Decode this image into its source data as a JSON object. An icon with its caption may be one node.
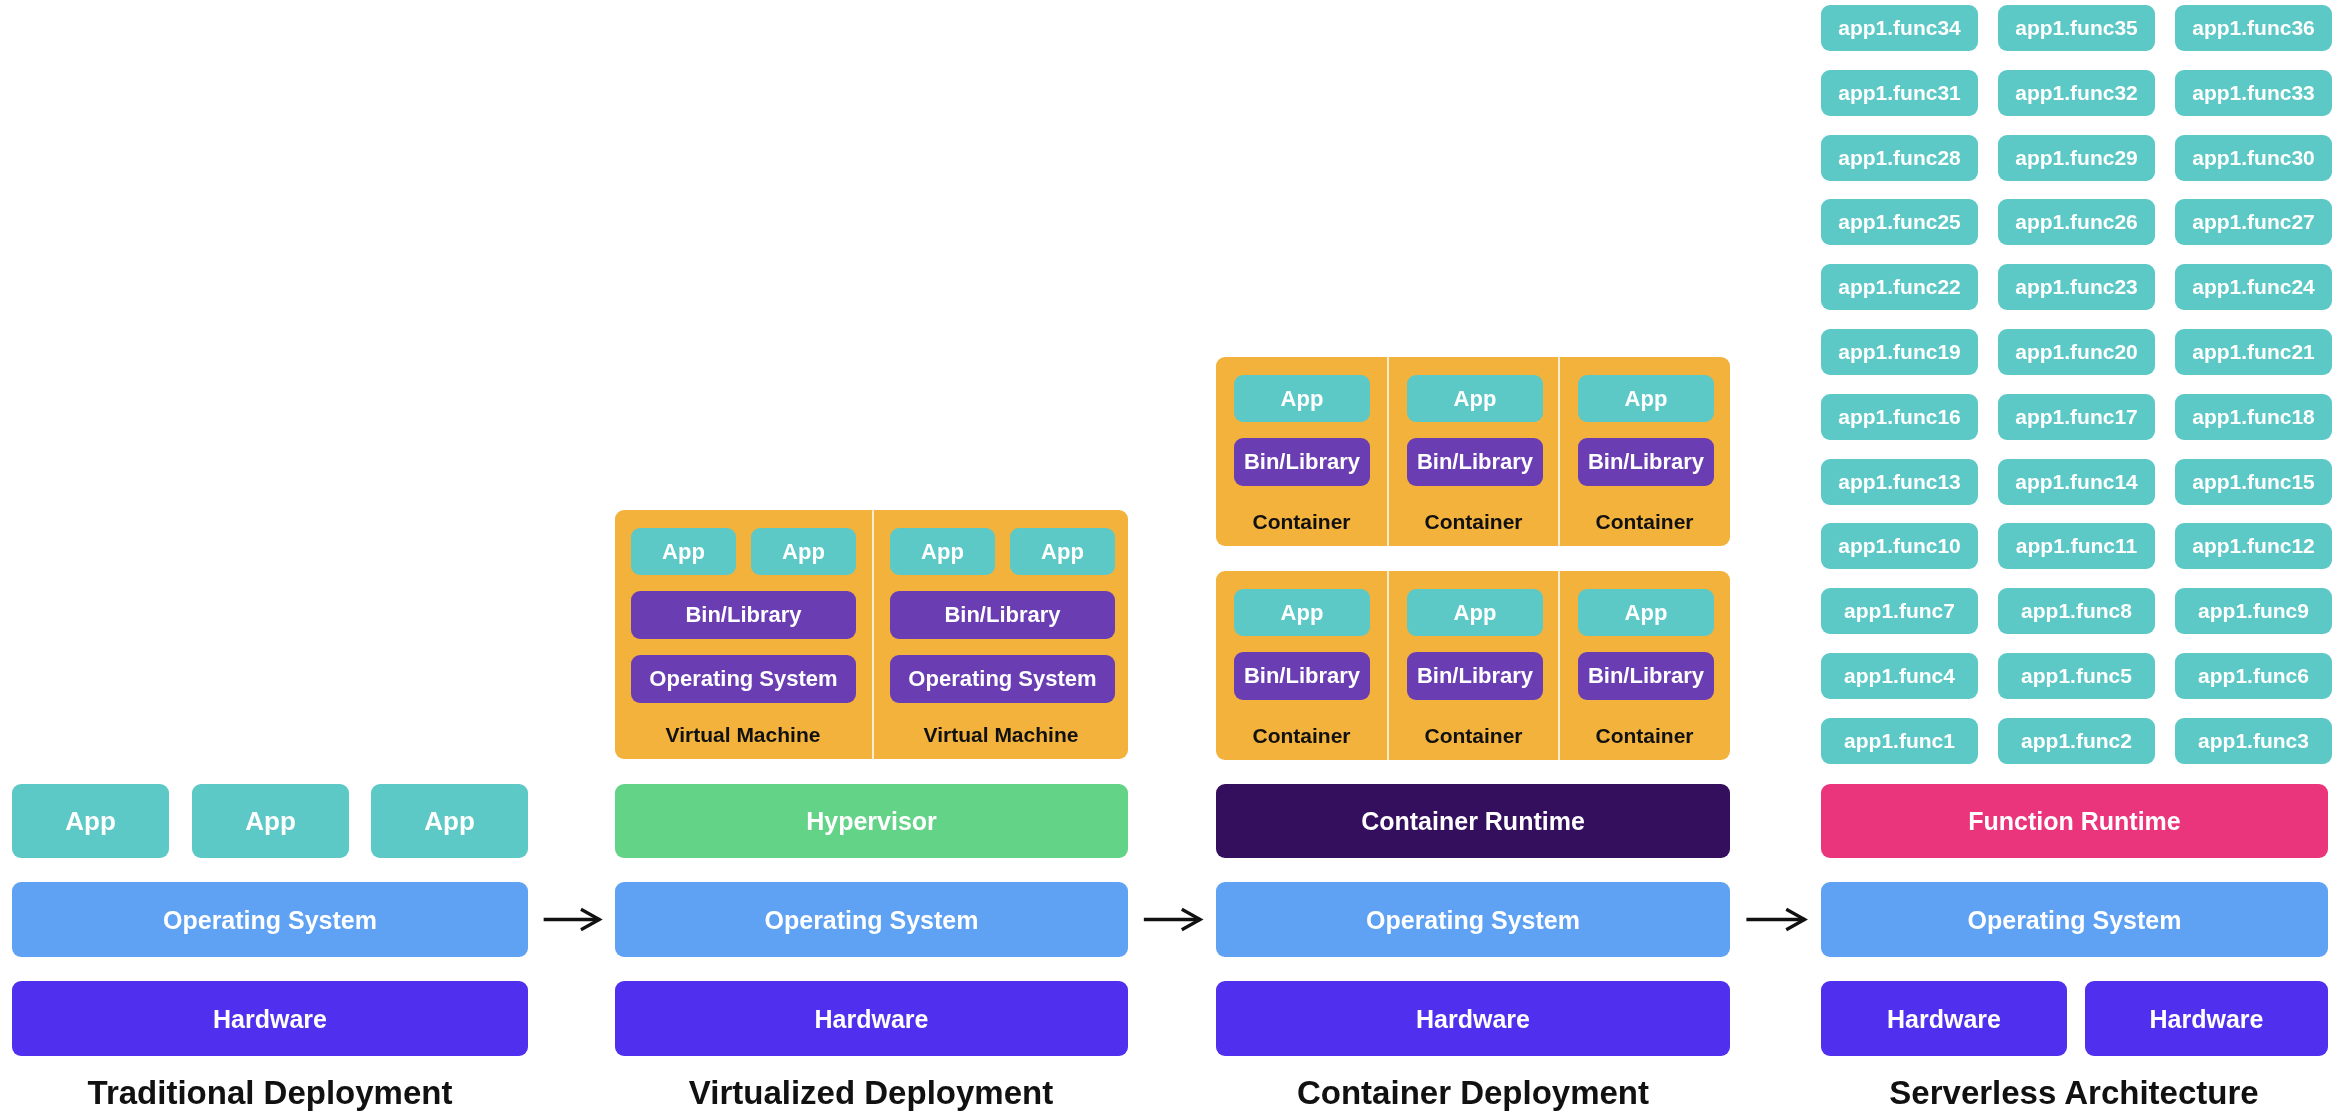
{
  "diagram": {
    "nodes": [
      {
        "text": [
          "App"
        ]
      },
      {
        "text": [
          "App"
        ]
      },
      {
        "text": [
          "App"
        ]
      },
      {
        "text": [
          "Operating System"
        ]
      },
      {
        "text": [
          "Hardware"
        ]
      },
      {
        "text": [],
        "shape": "box"
      },
      {
        "text": [
          "Virtual Machine"
        ],
        "in": 5
      },
      {
        "text": [
          "App"
        ],
        "in": 6
      },
      {
        "text": [
          "App"
        ],
        "in": 6
      },
      {
        "text": [
          "Bin/Library"
        ],
        "in": 6
      },
      {
        "text": [
          "Operating System"
        ],
        "in": 6
      },
      {
        "text": [
          "Virtual Machine"
        ],
        "in": 5
      },
      {
        "text": [
          "App"
        ],
        "in": 11
      },
      {
        "text": [
          "App"
        ],
        "in": 11
      },
      {
        "text": [
          "Bin/Library"
        ],
        "in": 11
      },
      {
        "text": [
          "Operating System"
        ],
        "in": 11
      },
      {
        "text": [
          "Hypervisor"
        ]
      },
      {
        "text": [
          "Operating System"
        ]
      },
      {
        "text": [
          "Hardware"
        ]
      },
      {
        "text": [],
        "shape": "box"
      },
      {
        "text": [
          "Container"
        ],
        "in": 19
      },
      {
        "text": [
          "App"
        ],
        "in": 20
      },
      {
        "text": [
          "Bin/Library"
        ],
        "in": 20
      },
      {
        "text": [
          "Container"
        ],
        "in": 19
      },
      {
        "text": [
          "App"
        ],
        "in": 23
      },
      {
        "text": [
          "Bin/Library"
        ],
        "in": 23
      },
      {
        "text": [
          "Container"
        ],
        "in": 19
      },
      {
        "text": [
          "App"
        ],
        "in": 26
      },
      {
        "text": [
          "Bin/Library"
        ],
        "in": 26
      },
      {
        "text": [],
        "shape": "box"
      },
      {
        "text": [
          "Container"
        ],
        "in": 29
      },
      {
        "text": [
          "App"
        ],
        "in": 30
      },
      {
        "text": [
          "Bin/Library"
        ],
        "in": 30
      },
      {
        "text": [
          "Container"
        ],
        "in": 29
      },
      {
        "text": [
          "App"
        ],
        "in": 33
      },
      {
        "text": [
          "Bin/Library"
        ],
        "in": 33
      },
      {
        "text": [
          "Container"
        ],
        "in": 29
      },
      {
        "text": [
          "App"
        ],
        "in": 36
      },
      {
        "text": [
          "Bin/Library"
        ],
        "in": 36
      },
      {
        "text": [
          "Container Runtime"
        ]
      },
      {
        "text": [
          "Operating System"
        ]
      },
      {
        "text": [
          "Hardware"
        ]
      },
      {
        "text": [
          "app1.func34"
        ]
      },
      {
        "text": [
          "app1.func35"
        ]
      },
      {
        "text": [
          "app1.func36"
        ]
      },
      {
        "text": [
          "app1.func31"
        ]
      },
      {
        "text": [
          "app1.func32"
        ]
      },
      {
        "text": [
          "app1.func33"
        ]
      },
      {
        "text": [
          "app1.func28"
        ]
      },
      {
        "text": [
          "app1.func29"
        ]
      },
      {
        "text": [
          "app1.func30"
        ]
      },
      {
        "text": [
          "app1.func25"
        ]
      },
      {
        "text": [
          "app1.func26"
        ]
      },
      {
        "text": [
          "app1.func27"
        ]
      },
      {
        "text": [
          "app1.func22"
        ]
      },
      {
        "text": [
          "app1.func23"
        ]
      },
      {
        "text": [
          "app1.func24"
        ]
      },
      {
        "text": [
          "app1.func19"
        ]
      },
      {
        "text": [
          "app1.func20"
        ]
      },
      {
        "text": [
          "app1.func21"
        ]
      },
      {
        "text": [
          "app1.func16"
        ]
      },
      {
        "text": [
          "app1.func17"
        ]
      },
      {
        "text": [
          "app1.func18"
        ]
      },
      {
        "text": [
          "app1.func13"
        ]
      },
      {
        "text": [
          "app1.func14"
        ]
      },
      {
        "text": [
          "app1.func15"
        ]
      },
      {
        "text": [
          "app1.func10"
        ]
      },
      {
        "text": [
          "app1.func11"
        ]
      },
      {
        "text": [
          "app1.func12"
        ]
      },
      {
        "text": [
          "app1.func7"
        ]
      },
      {
        "text": [
          "app1.func8"
        ]
      },
      {
        "text": [
          "app1.func9"
        ]
      },
      {
        "text": [
          "app1.func4"
        ]
      },
      {
        "text": [
          "app1.func5"
        ]
      },
      {
        "text": [
          "app1.func6"
        ]
      },
      {
        "text": [
          "app1.func1"
        ]
      },
      {
        "text": [
          "app1.func2"
        ]
      },
      {
        "text": [
          "app1.func3"
        ]
      },
      {
        "text": [
          "Function Runtime"
        ]
      },
      {
        "text": [
          "Operating System"
        ]
      },
      {
        "text": [
          "Hardware"
        ]
      },
      {
        "text": [
          "Hardware"
        ]
      }
    ],
    "edges": [
      {
        "from": 3,
        "to": 17,
        "arrow": "to"
      },
      {
        "from": 17,
        "to": 40,
        "arrow": "to"
      },
      {
        "from": 40,
        "to": 79,
        "arrow": "to"
      }
    ],
    "labels": [
      "Traditional Deployment",
      "Virtualized Deployment",
      "Container Deployment",
      "Serverless Architecture"
    ]
  }
}
